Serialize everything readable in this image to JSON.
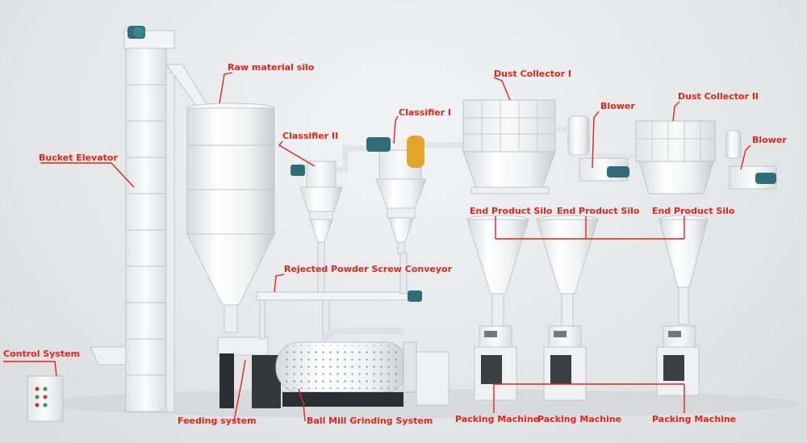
{
  "labels": {
    "bucket_elevator": "Bucket Elevator",
    "raw_material_silo": "Raw material silo",
    "classifier_ii": "Classifier II",
    "classifier_i": "Classifier I",
    "dust_collector_i": "Dust Collector I",
    "dust_collector_ii": "Dust Collector II",
    "blower_1": "Blower",
    "blower_2": "Blower",
    "end_product_silo_1": "End Product Silo",
    "end_product_silo_2": "End Product Silo",
    "end_product_silo_3": "End Product Silo",
    "rejected_powder_screw_conveyor": "Rejected Powder Screw Conveyor",
    "control_system": "Control System",
    "feeding_system": "Feeding system",
    "ball_mill_grinding_system": "Ball Mill Grinding System",
    "packing_machine_1": "Packing Machine",
    "packing_machine_2": "Packing Machine",
    "packing_machine_3": "Packing Machine"
  },
  "colors": {
    "label": "#e0251b",
    "leader_line": "#e0251b",
    "equipment": "#f4f5f6",
    "equipment_shadow": "#cfd3d6",
    "motor": "#2f6e78",
    "accent": "#e3a62a"
  }
}
